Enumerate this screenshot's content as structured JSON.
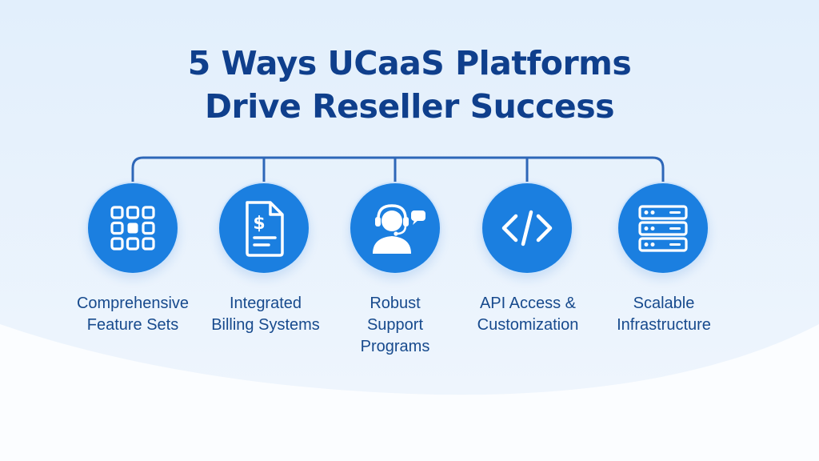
{
  "title": {
    "line1": "5 Ways UCaaS Platforms",
    "line2": "Drive Reseller Success"
  },
  "colors": {
    "title": "#0f3f8c",
    "accent": "#1b7fe0",
    "connector": "#2e67b8",
    "label": "#174a8d",
    "background": "#eaf3fd"
  },
  "items": [
    {
      "icon": "grid-apps-icon",
      "label_lines": [
        "Comprehensive",
        "Feature Sets"
      ]
    },
    {
      "icon": "invoice-dollar-icon",
      "label_lines": [
        "Integrated",
        "Billing Systems"
      ]
    },
    {
      "icon": "support-agent-headset-icon",
      "label_lines": [
        "Robust",
        "Support",
        "Programs"
      ]
    },
    {
      "icon": "code-brackets-icon",
      "label_lines": [
        "API Access &",
        "Customization"
      ]
    },
    {
      "icon": "server-stack-icon",
      "label_lines": [
        "Scalable",
        "Infrastructure"
      ]
    }
  ]
}
